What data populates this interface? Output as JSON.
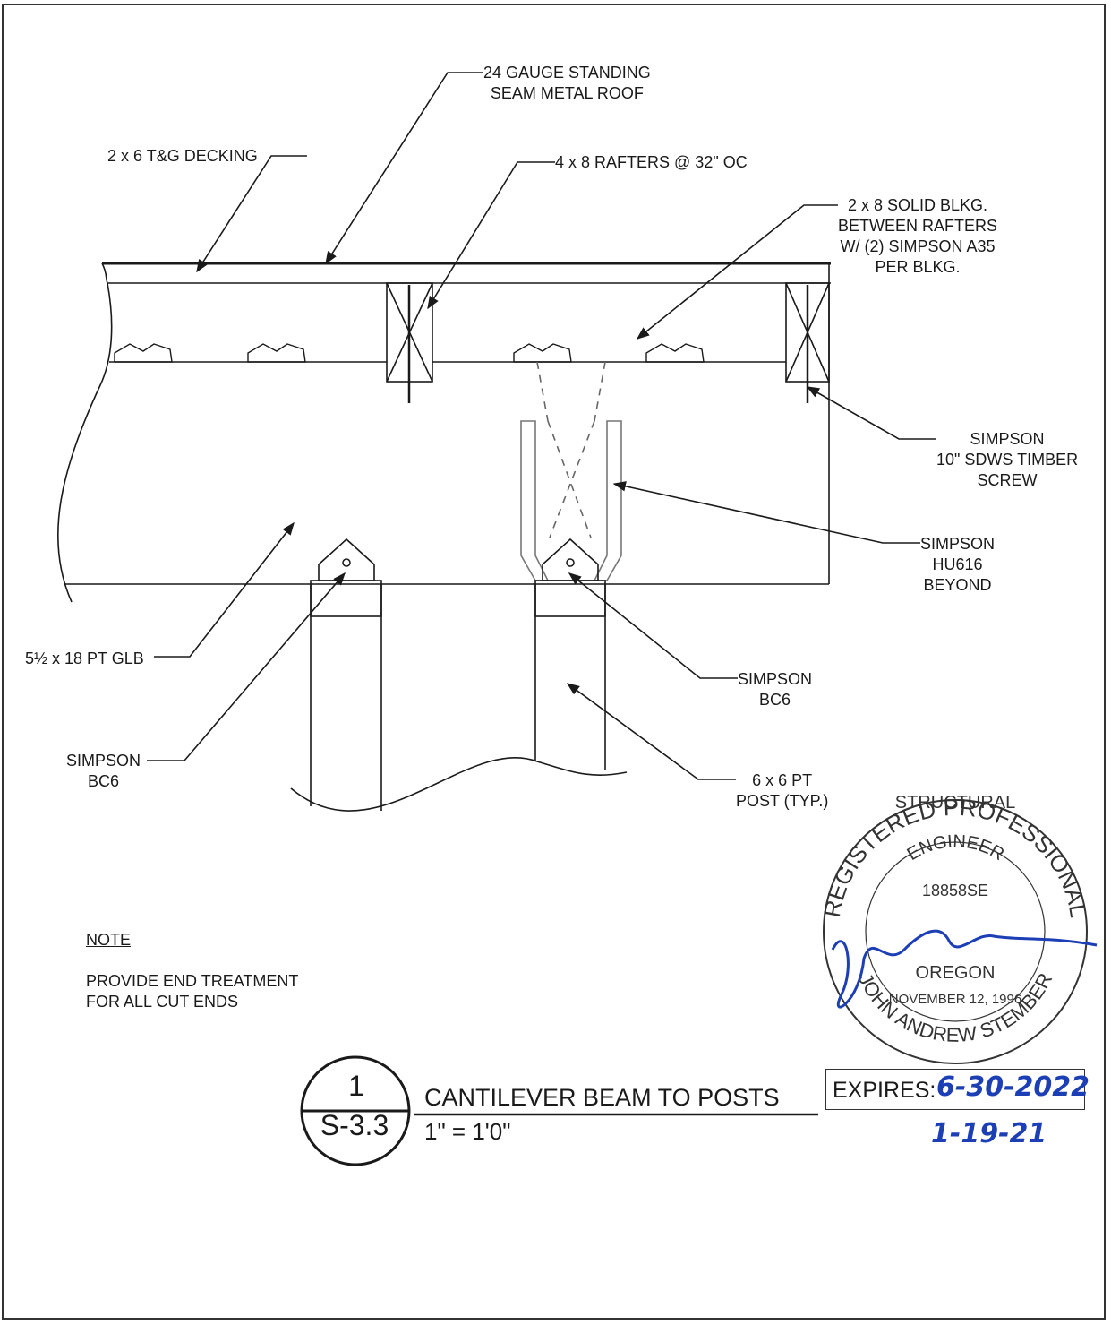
{
  "labels": {
    "roof": "24 GAUGE STANDING\nSEAM METAL ROOF",
    "decking": "2 x 6 T&G DECKING",
    "rafters": "4 x 8 RAFTERS @ 32\" OC",
    "blocking": "2 x 8 SOLID BLKG.\nBETWEEN RAFTERS\nW/ (2) SIMPSON A35\nPER BLKG.",
    "screw": "SIMPSON\n10\" SDWS TIMBER\nSCREW",
    "hanger": "SIMPSON\nHU616\nBEYOND",
    "glb": "5½ x 18 PT GLB",
    "bc6_right": "SIMPSON\nBC6",
    "bc6_left": "SIMPSON\nBC6",
    "post": "6 x 6 PT\nPOST (TYP.)"
  },
  "note": {
    "heading": "NOTE",
    "text": "PROVIDE END TREATMENT\nFOR ALL CUT ENDS"
  },
  "detail": {
    "number": "1",
    "sheet": "S-3.3",
    "title": "CANTILEVER BEAM TO POSTS",
    "scale": "1\" = 1'0\""
  },
  "seal": {
    "discipline": "STRUCTURAL",
    "registered": "REGISTERED PROFESSIONAL",
    "engineer": "ENGINEER",
    "license": "18858SE",
    "state": "OREGON",
    "date": "NOVEMBER 12, 1996",
    "name": "JOHN ANDREW STEMBER"
  },
  "expires": {
    "label": "EXPIRES:",
    "date": "6-30-2022",
    "signed": "1-19-21"
  },
  "colors": {
    "ink": "#1a1a1a",
    "signature": "#1c3fb5"
  }
}
